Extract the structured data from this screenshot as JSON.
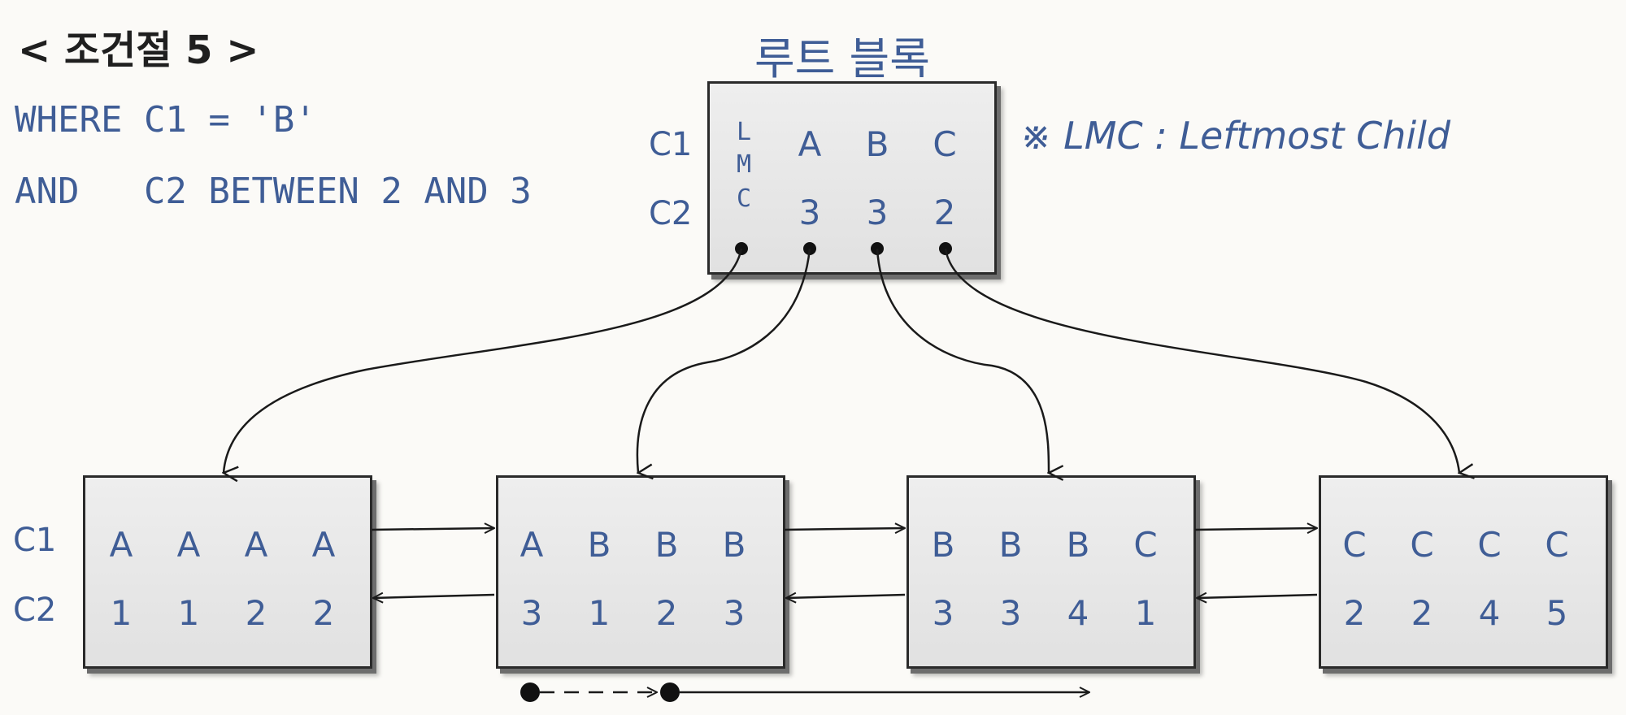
{
  "title": "< 조건절 5 >",
  "query": {
    "line1": "WHERE C1 = 'B'",
    "line2": "AND   C2 BETWEEN 2 AND 3"
  },
  "root": {
    "title": "루트 블록",
    "row_labels": [
      "C1",
      "C2"
    ],
    "lmc_letters": [
      "L",
      "M",
      "C"
    ],
    "c1": [
      "A",
      "B",
      "C"
    ],
    "c2": [
      "3",
      "3",
      "2"
    ]
  },
  "note": "※ LMC : Leftmost Child",
  "leaf_row_labels": [
    "C1",
    "C2"
  ],
  "leaves": [
    {
      "c1": [
        "A",
        "A",
        "A",
        "A"
      ],
      "c2": [
        "1",
        "1",
        "2",
        "2"
      ]
    },
    {
      "c1": [
        "A",
        "B",
        "B",
        "B"
      ],
      "c2": [
        "3",
        "1",
        "2",
        "3"
      ]
    },
    {
      "c1": [
        "B",
        "B",
        "B",
        "C"
      ],
      "c2": [
        "3",
        "3",
        "4",
        "1"
      ]
    },
    {
      "c1": [
        "C",
        "C",
        "C",
        "C"
      ],
      "c2": [
        "2",
        "2",
        "4",
        "5"
      ]
    }
  ],
  "colors": {
    "text_blue": "#3f5d96",
    "line": "#1a1a1a",
    "box_fill": "#e6e6e6"
  }
}
